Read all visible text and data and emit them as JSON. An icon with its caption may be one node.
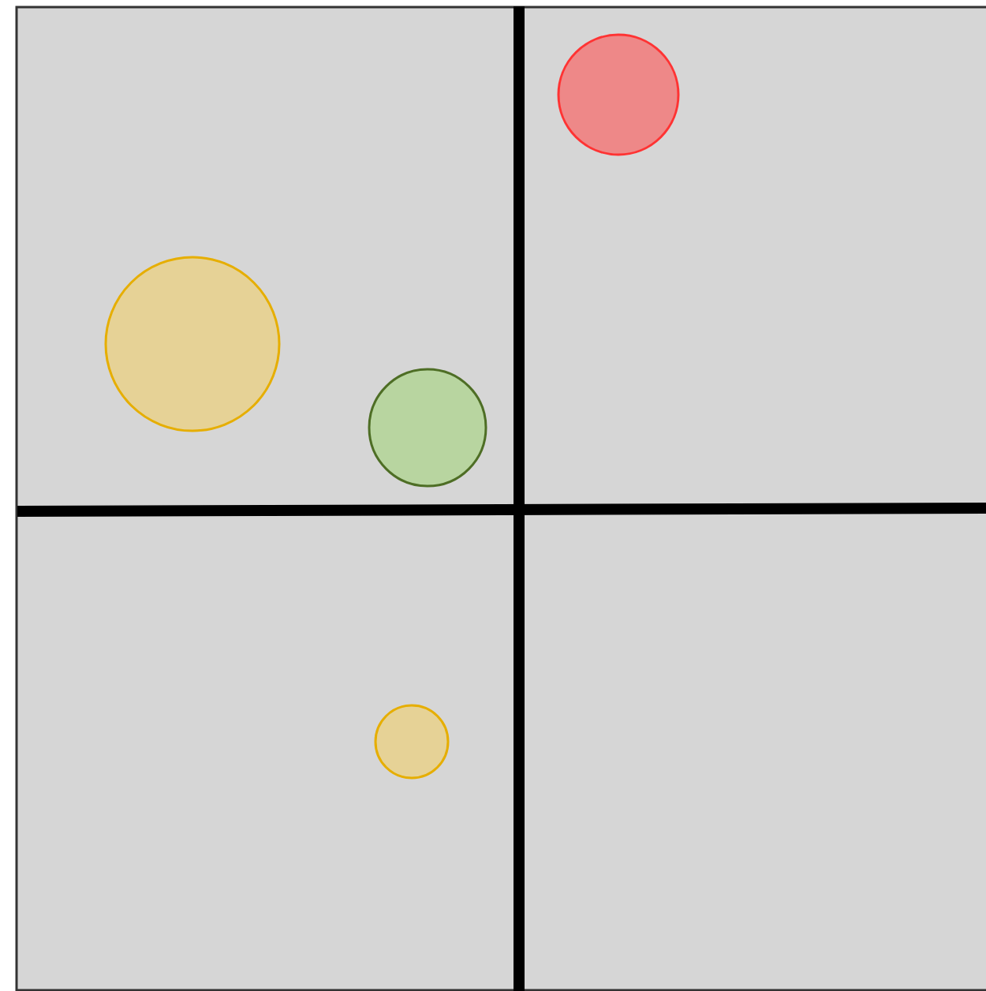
{
  "diagram": {
    "nodes": [
      {
        "text": [],
        "shape": "circle"
      },
      {
        "text": [],
        "shape": "circle"
      },
      {
        "text": [],
        "shape": "circle"
      },
      {
        "text": [],
        "shape": "circle"
      }
    ]
  }
}
